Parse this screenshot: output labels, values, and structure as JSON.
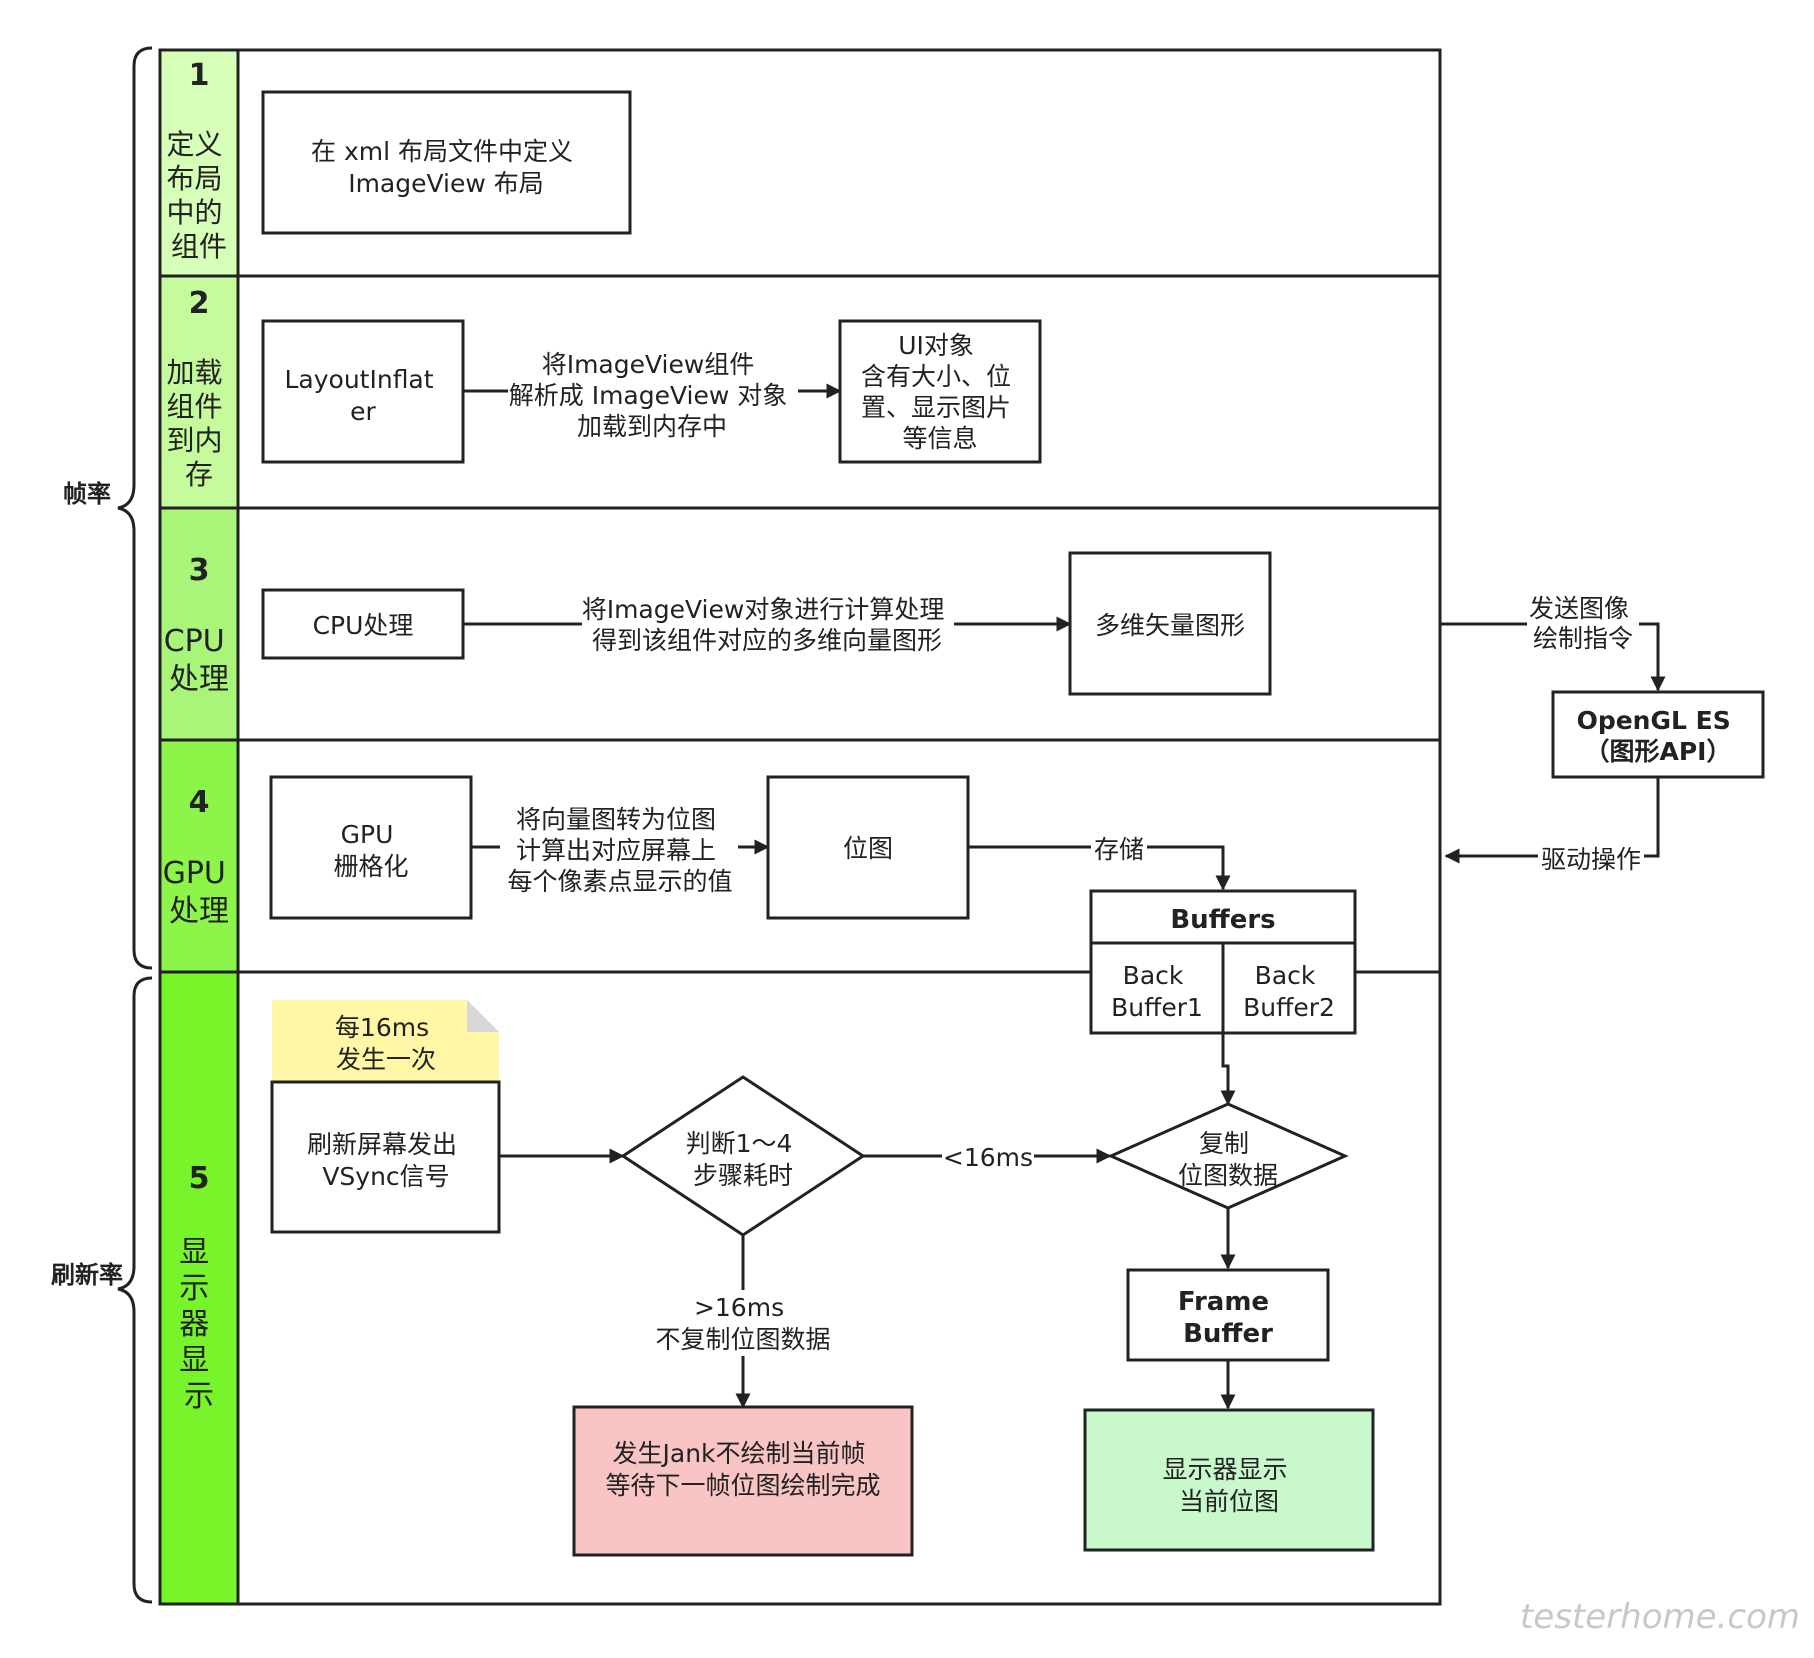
{
  "colors": {
    "stage1": "#d6ffb8",
    "stage2": "#c5fb9c",
    "stage3": "#a8f57a",
    "stage4": "#8df54a",
    "stage5": "#77f52a",
    "note": "#fff7a6",
    "jank": "#f8c4c4",
    "display": "#c8f8cc",
    "line": "#222222"
  },
  "brackets": {
    "frame_rate": "帧率",
    "refresh_rate": "刷新率"
  },
  "stages": [
    {
      "num": "1",
      "label": [
        "定义",
        "布局",
        "中的",
        "组件"
      ]
    },
    {
      "num": "2",
      "label": [
        "加载",
        "组件",
        "到内",
        "存"
      ]
    },
    {
      "num": "3",
      "label": [
        "CPU",
        "处理"
      ]
    },
    {
      "num": "4",
      "label": [
        "GPU",
        "处理"
      ]
    },
    {
      "num": "5",
      "label": [
        "显",
        "示",
        "器",
        "显",
        "示"
      ]
    }
  ],
  "row1": {
    "box": [
      "在 xml 布局文件中定义",
      "ImageView 布局"
    ]
  },
  "row2": {
    "source": [
      "LayoutInflat",
      "er"
    ],
    "arrow": [
      "将ImageView组件",
      "解析成 ImageView 对象",
      "加载到内存中"
    ],
    "target": [
      "UI对象",
      "含有大小、位",
      "置、显示图片",
      "等信息"
    ]
  },
  "row3": {
    "source": "CPU处理",
    "arrow": [
      "将ImageView对象进行计算处理",
      "得到该组件对应的多维向量图形"
    ],
    "target": "多维矢量图形"
  },
  "row4": {
    "source": [
      "GPU",
      "栅格化"
    ],
    "arrow": [
      "将向量图转为位图",
      "计算出对应屏幕上",
      "每个像素点显示的值"
    ],
    "target": "位图",
    "store": "存储"
  },
  "opengl": {
    "send": [
      "发送图像",
      "绘制指令"
    ],
    "box": [
      "OpenGL ES",
      "（图形API）"
    ],
    "drive": "驱动操作"
  },
  "buffers": {
    "title": "Buffers",
    "b1": [
      "Back",
      "Buffer1"
    ],
    "b2": [
      "Back",
      "Buffer2"
    ]
  },
  "row5": {
    "note": [
      "每16ms",
      "发生一次"
    ],
    "vsync": [
      "刷新屏幕发出",
      "VSync信号"
    ],
    "decision": [
      "判断1～4",
      "步骤耗时"
    ],
    "lt": "<16ms",
    "gt": [
      ">16ms",
      "不复制位图数据"
    ],
    "jank": [
      "发生Jank不绘制当前帧",
      "等待下一帧位图绘制完成"
    ],
    "copy": [
      "复制",
      "位图数据"
    ],
    "frame_buffer": [
      "Frame",
      "Buffer"
    ],
    "display": [
      "显示器显示",
      "当前位图"
    ]
  },
  "watermark": "testerhome.com"
}
